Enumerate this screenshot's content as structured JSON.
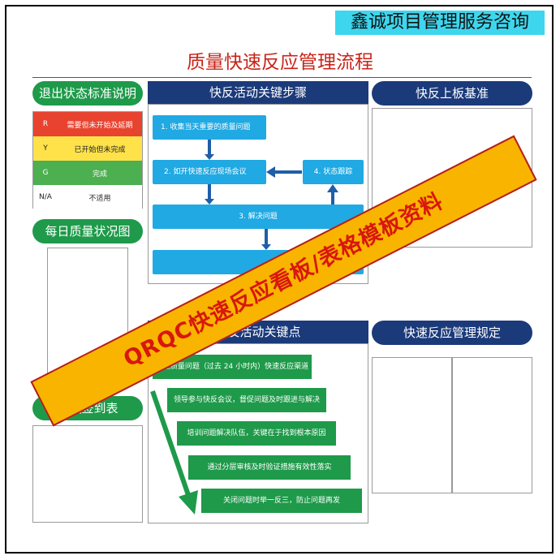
{
  "brand": "鑫诚项目管理服务咨询",
  "title": "质量快速反应管理流程",
  "sections": {
    "exit_status": "退出状态标准说明",
    "daily_quality": "每日质量状况图",
    "sign_in": "会议签到表",
    "key_steps": "快反活动关键步骤",
    "board_baseline": "快反上板基准",
    "key_points": "快反活动关键点",
    "rules": "快速反应管理规定"
  },
  "status_legend": [
    {
      "code": "R",
      "desc": "需要但未开始及延期",
      "color": "#e8432f"
    },
    {
      "code": "Y",
      "desc": "已开始但未完成",
      "color": "#ffe24a"
    },
    {
      "code": "G",
      "desc": "完成",
      "color": "#4caf50"
    },
    {
      "code": "N/A",
      "desc": "不适用",
      "color": "#ffffff"
    }
  ],
  "steps": {
    "s1": "1. 收集当天重要的质量问题",
    "s2": "2. 如开快速反应现场会议",
    "s3": "3. 解决问题",
    "s4": "4. 状态跟踪",
    "s5": ""
  },
  "key_points": [
    "建立质量问题（过去 24 小时内）快速反应渠道",
    "领导参与快反会议，督促问题及时跟进与解决",
    "培训问题解决队伍，关键在于找到根本原因",
    "通过分层审核及时验证措施有效性落实",
    "关闭问题时举一反三，防止问题再发"
  ],
  "watermark": "QRQC快速反应看板/表格模板资料",
  "colors": {
    "green": "#1e9a4a",
    "navy": "#1b3a7a",
    "step_blue": "#20a9e3",
    "title_red": "#c8241a",
    "banner": "#f9b400"
  }
}
